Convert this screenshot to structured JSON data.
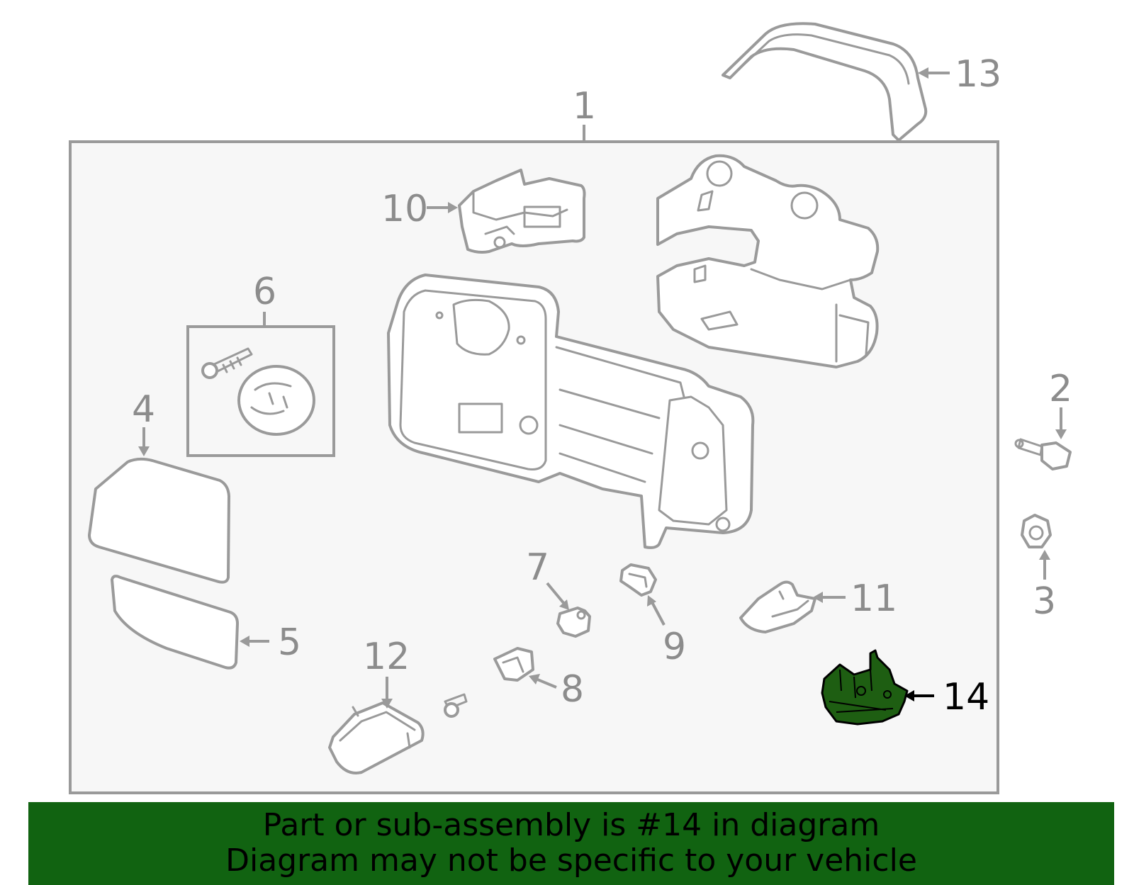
{
  "callouts": {
    "c1": "1",
    "c2": "2",
    "c3": "3",
    "c4": "4",
    "c5": "5",
    "c6": "6",
    "c7": "7",
    "c8": "8",
    "c9": "9",
    "c10": "10",
    "c11": "11",
    "c12": "12",
    "c13": "13",
    "c14": "14"
  },
  "highlight": {
    "part": "14",
    "color": "#1e5e12"
  },
  "banner": {
    "line1": "Part or sub-assembly is #14 in diagram",
    "line2": "Diagram may not be specific to your vehicle",
    "color": "#116311"
  }
}
